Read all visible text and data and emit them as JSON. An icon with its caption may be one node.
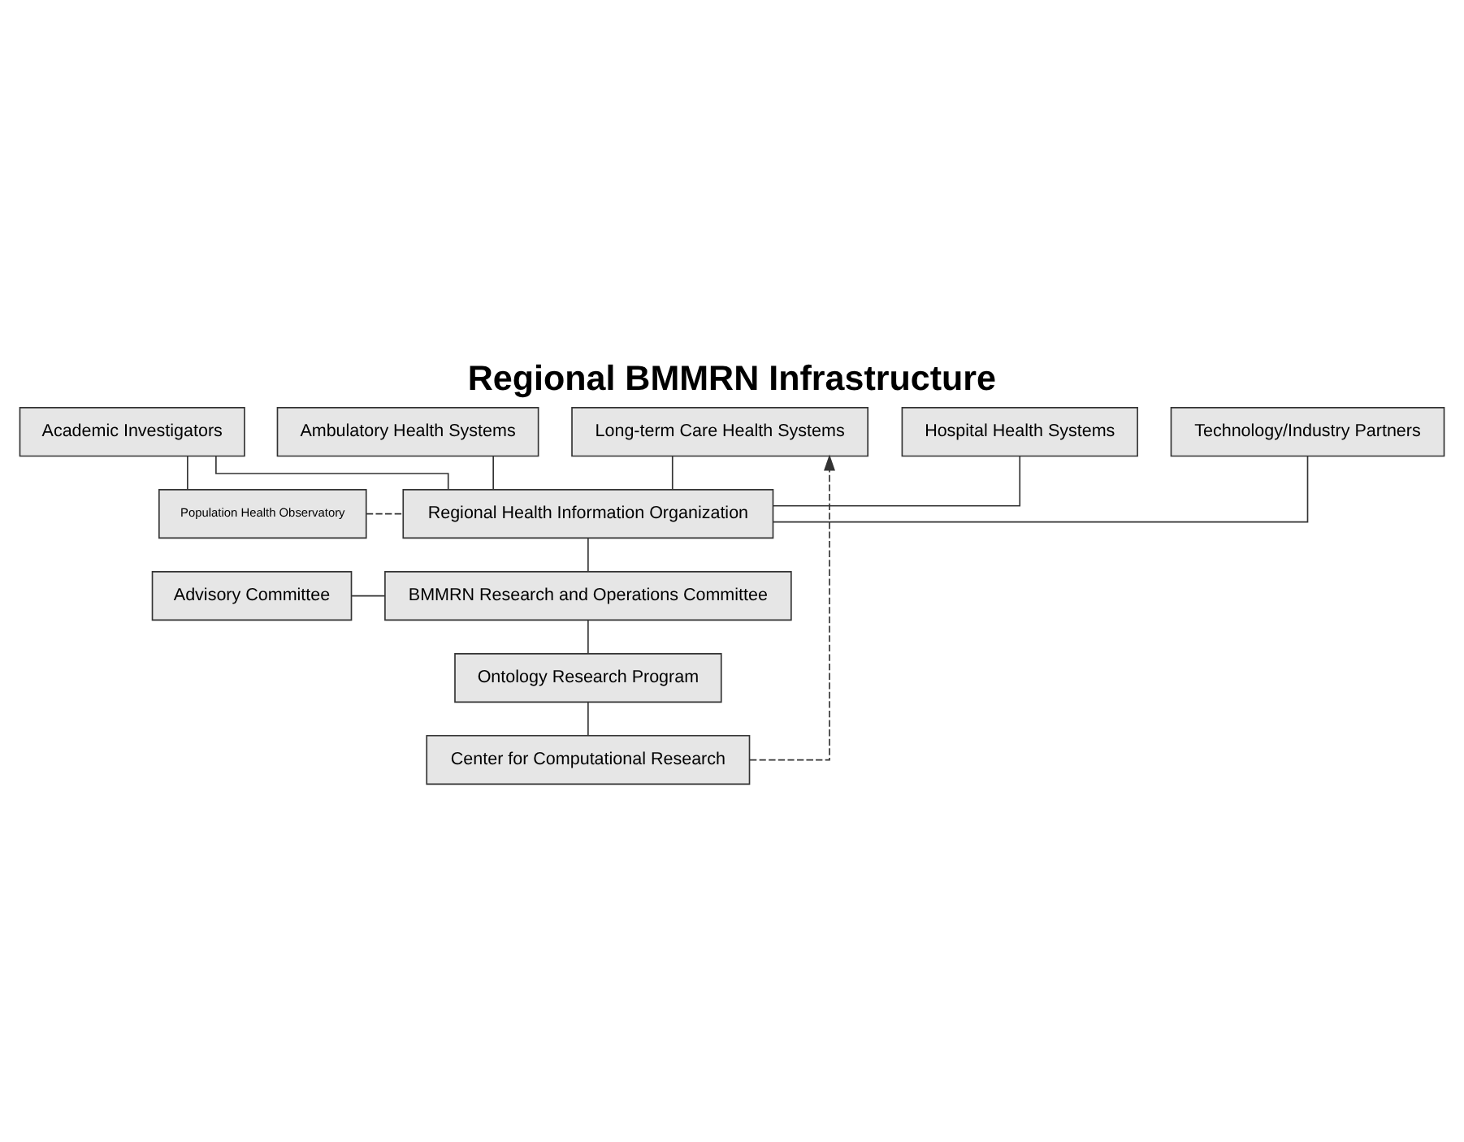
{
  "diagram": {
    "title": "Regional BMMRN Infrastructure",
    "nodes": [
      {
        "text": [
          "Ambulatory Health Systems"
        ]
      },
      {
        "text": [
          "Hospital Health Systems"
        ]
      },
      {
        "text": [
          "Long-term Care Health Systems"
        ]
      },
      {
        "text": [
          "Academic Investigators"
        ]
      },
      {
        "text": [
          "Technology/Industry Partners"
        ]
      },
      {
        "text": [
          "Population Health Observatory"
        ]
      },
      {
        "text": [
          "Regional Health Information Organization"
        ]
      },
      {
        "text": [
          "Advisory Committee"
        ]
      },
      {
        "text": [
          "BMMRN Research and Operations Committee"
        ]
      },
      {
        "text": [
          "Ontology Research Program"
        ]
      },
      {
        "text": [
          "Center for Computational Research"
        ]
      }
    ],
    "edges": [
      {
        "from": 0,
        "to": 6,
        "arrow": "none"
      },
      {
        "from": 1,
        "to": 6,
        "arrow": "none"
      },
      {
        "from": 2,
        "to": 6,
        "arrow": "none"
      },
      {
        "from": 3,
        "to": 6,
        "arrow": "none"
      },
      {
        "from": 4,
        "to": 6,
        "arrow": "none"
      },
      {
        "from": 3,
        "to": 5,
        "arrow": "none"
      },
      {
        "from": 5,
        "to": 6,
        "arrow": "none",
        "style": "dashed"
      },
      {
        "from": 6,
        "to": 8,
        "arrow": "none"
      },
      {
        "from": 7,
        "to": 8,
        "arrow": "none"
      },
      {
        "from": 8,
        "to": 9,
        "arrow": "none"
      },
      {
        "from": 9,
        "to": 10,
        "arrow": "none"
      },
      {
        "from": 10,
        "to": 2,
        "arrow": "to",
        "style": "dashed"
      }
    ]
  }
}
